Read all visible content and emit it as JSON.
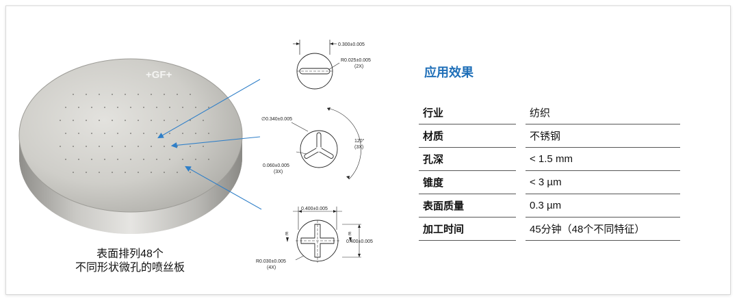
{
  "logo_text": "+GF+",
  "caption": {
    "line1": "表面排列48个",
    "line2": "不同形状微孔的喷丝板"
  },
  "drawing_slot": {
    "width_dim": "0.300±0.005",
    "radius_dim": "R0.025±0.005",
    "radius_count": "(2X)"
  },
  "drawing_trilobal": {
    "diameter_dim": "∅0.340±0.005",
    "angle_dim": "120°",
    "angle_count": "(3X)",
    "width_dim": "0.060±0.005",
    "width_count": "(3X)"
  },
  "drawing_cross": {
    "width_dim": "0.400±0.005",
    "height_dim": "0.400±0.005",
    "radius_dim": "R0.030±0.005",
    "radius_count": "(4X)",
    "section_mark": "E"
  },
  "section_title": "应用效果",
  "specs": [
    {
      "label": "行业",
      "value": "纺织"
    },
    {
      "label": "材质",
      "value": "不锈钢"
    },
    {
      "label": "孔深",
      "value": "< 1.5 mm"
    },
    {
      "label": "锥度",
      "value": "< 3 µm"
    },
    {
      "label": "表面质量",
      "value": "0.3 µm"
    },
    {
      "label": "加工时间",
      "value": "45分钟（48个不同特征）"
    }
  ],
  "colors": {
    "accent": "#1f6fb8",
    "arrow": "#2f7fc8"
  }
}
